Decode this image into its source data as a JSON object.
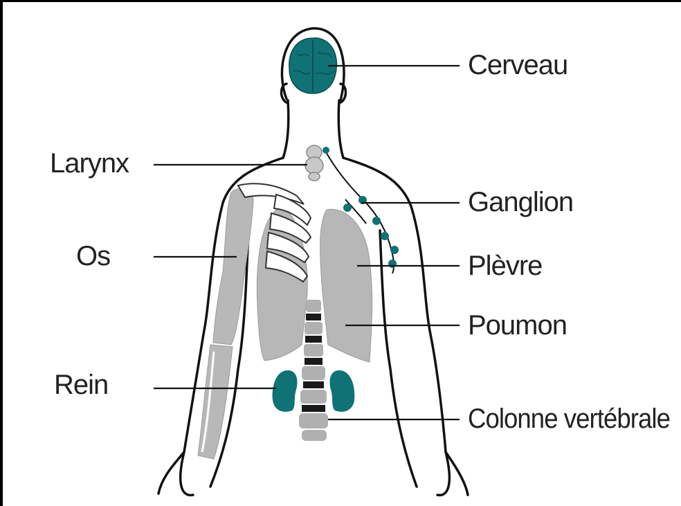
{
  "labels": {
    "cerveau": "Cerveau",
    "larynx": "Larynx",
    "ganglion": "Ganglion",
    "os": "Os",
    "plevre": "Plèvre",
    "poumon": "Poumon",
    "rein": "Rein",
    "colonne": "Colonne vertébrale"
  },
  "colors": {
    "organ_teal": "#0f7275",
    "bone_gray": "#b8b8b8",
    "lung_gray": "#b7b7b7",
    "outline": "#111111",
    "vertebra_dark": "#1a1a1a"
  }
}
